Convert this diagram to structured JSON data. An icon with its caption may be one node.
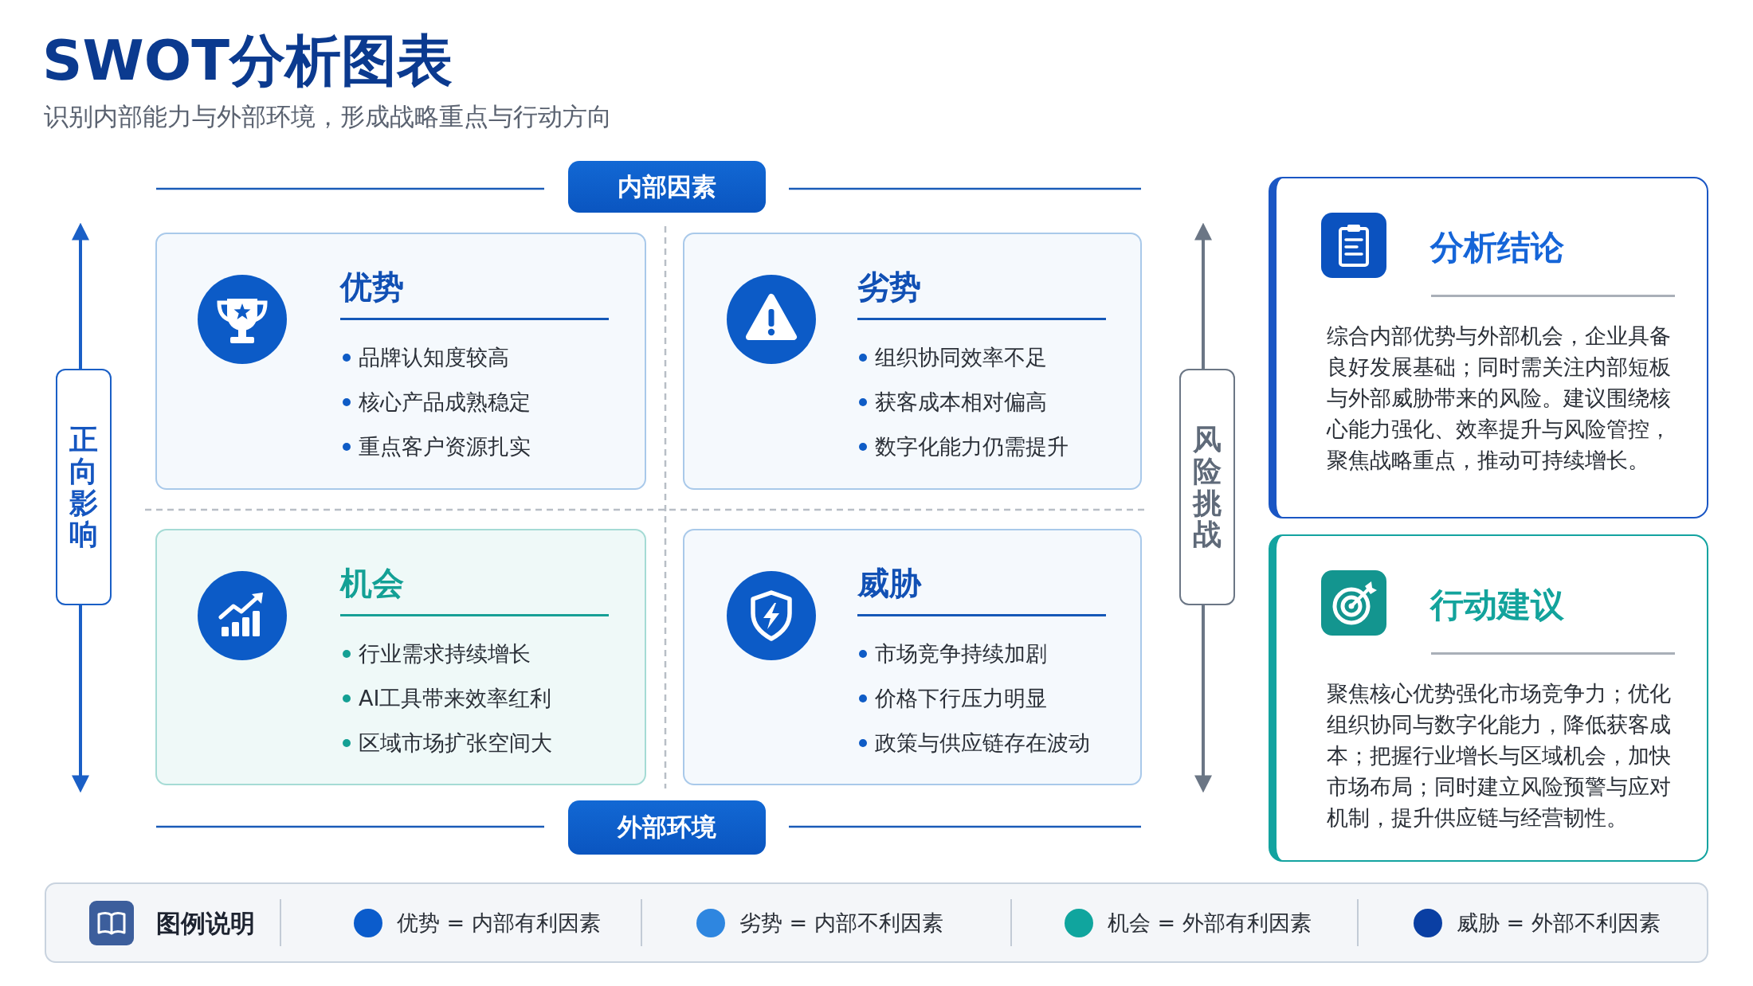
{
  "diagram": {
    "title": "SWOT分析图表",
    "nodes": [
      {
        "text": [
          "内部因素"
        ]
      },
      {
        "text": [
          "优势",
          "品牌认知度较高",
          "核心产品成熟稳定",
          "重点客户资源扎实"
        ]
      },
      {
        "text": [
          "劣势",
          "组织协同效率不足",
          "获客成本相对偏高",
          "数字化能力仍需提升"
        ]
      },
      {
        "text": [
          "机会",
          "行业需求持续增长",
          "AI工具带来效率红利",
          "区域市场扩张空间大"
        ]
      },
      {
        "text": [
          "威胁",
          "市场竞争持续加剧",
          "价格下行压力明显",
          "政策与供应链存在波动"
        ]
      },
      {
        "text": [
          "外部环境"
        ]
      },
      {
        "text": [
          "正向影响"
        ]
      },
      {
        "text": [
          "风险挑战"
        ]
      },
      {
        "text": [
          "分析结论",
          "综合内部优势与外部机会，企业具备良好发展基础；同时需关注内部短板与外部威胁带来的风险。建议围绕核心能力强化、效率提升与风险管控，聚焦战略重点，推动可持续增长。"
        ]
      },
      {
        "text": [
          "行动建议",
          "聚焦核心优势强化市场竞争力；优化组织协同与数字化能力，降低获客成本；把握行业增长与区域机会，加快市场布局；同时建立风险预警与应对机制，提升供应链与经营韧性。"
        ]
      }
    ],
    "labels": [
      "识别内部能力与外部环境，形成战略重点与行动方向",
      "图例说明"
    ],
    "legend": [
      {
        "text": "优势 = 内部有利因素",
        "color": "#0b5ccc"
      },
      {
        "text": "劣势 = 内部不利因素",
        "color": "#2e86e0"
      },
      {
        "text": "机会 = 外部有利因素",
        "color": "#10a59e"
      },
      {
        "text": "威胁 = 外部不利因素",
        "color": "#0a3fa3"
      }
    ]
  }
}
